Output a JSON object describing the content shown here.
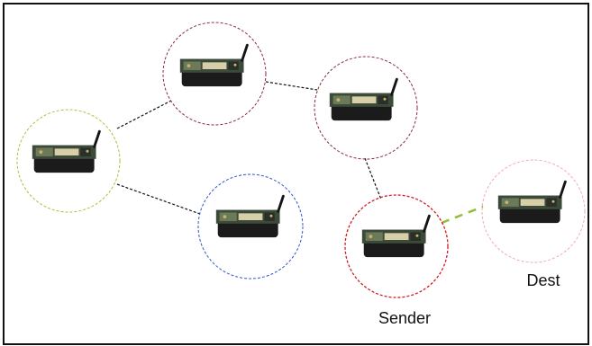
{
  "diagram": {
    "nodes": [
      {
        "id": "n-left",
        "role": "node",
        "label": "",
        "ring_color": "#a8c23a",
        "icon": "wireless-mote-icon"
      },
      {
        "id": "n-top",
        "role": "node",
        "label": "",
        "ring_color": "#8a2b3c",
        "icon": "wireless-mote-icon"
      },
      {
        "id": "n-mid",
        "role": "node",
        "label": "",
        "ring_color": "#8a2b3c",
        "icon": "wireless-mote-icon"
      },
      {
        "id": "n-blue",
        "role": "node",
        "label": "",
        "ring_color": "#2f57c8",
        "icon": "wireless-mote-icon"
      },
      {
        "id": "n-sender",
        "role": "sender",
        "label": "Sender",
        "ring_color": "#d11b24",
        "icon": "wireless-mote-icon"
      },
      {
        "id": "n-dest",
        "role": "dest",
        "label": "Dest",
        "ring_color": "#f2a9b4",
        "icon": "wireless-mote-icon"
      }
    ],
    "links": [
      {
        "from": "n-left",
        "to": "n-top",
        "style": "black-dotted"
      },
      {
        "from": "n-left",
        "to": "n-blue",
        "style": "black-dotted"
      },
      {
        "from": "n-top",
        "to": "n-mid",
        "style": "black-dotted"
      },
      {
        "from": "n-mid",
        "to": "n-sender",
        "style": "black-dotted"
      },
      {
        "from": "n-sender",
        "to": "n-dest",
        "style": "green-dashed"
      }
    ],
    "colors": {
      "link": "#111111",
      "green_link": "#8fbf3a",
      "frame": "#111111"
    }
  }
}
